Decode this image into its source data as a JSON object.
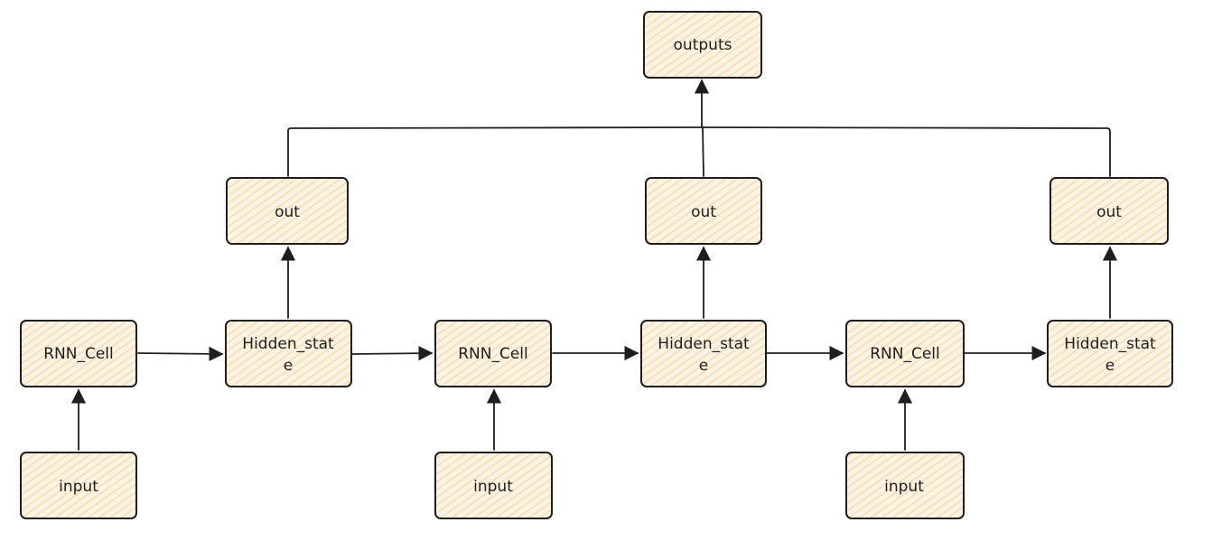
{
  "diagram": {
    "nodes": [
      {
        "id": "outputs",
        "lines": [
          "outputs"
        ]
      },
      {
        "id": "out1",
        "lines": [
          "out"
        ]
      },
      {
        "id": "out2",
        "lines": [
          "out"
        ]
      },
      {
        "id": "out3",
        "lines": [
          "out"
        ]
      },
      {
        "id": "rnn1",
        "lines": [
          "RNN_Cell"
        ]
      },
      {
        "id": "hs1",
        "lines": [
          "Hidden_stat",
          "e"
        ]
      },
      {
        "id": "rnn2",
        "lines": [
          "RNN_Cell"
        ]
      },
      {
        "id": "hs2",
        "lines": [
          "Hidden_stat",
          "e"
        ]
      },
      {
        "id": "rnn3",
        "lines": [
          "RNN_Cell"
        ]
      },
      {
        "id": "hs3",
        "lines": [
          "Hidden_stat",
          "e"
        ]
      },
      {
        "id": "in1",
        "lines": [
          "input"
        ]
      },
      {
        "id": "in2",
        "lines": [
          "input"
        ]
      },
      {
        "id": "in3",
        "lines": [
          "input"
        ]
      }
    ],
    "edges": [
      {
        "from": "in1",
        "to": "rnn1"
      },
      {
        "from": "in2",
        "to": "rnn2"
      },
      {
        "from": "in3",
        "to": "rnn3"
      },
      {
        "from": "rnn1",
        "to": "hs1"
      },
      {
        "from": "hs1",
        "to": "rnn2"
      },
      {
        "from": "rnn2",
        "to": "hs2"
      },
      {
        "from": "hs2",
        "to": "rnn3"
      },
      {
        "from": "rnn3",
        "to": "hs3"
      },
      {
        "from": "hs1",
        "to": "out1"
      },
      {
        "from": "hs2",
        "to": "out2"
      },
      {
        "from": "hs3",
        "to": "out3"
      },
      {
        "from": "out1",
        "to": "outputs"
      },
      {
        "from": "out2",
        "to": "outputs"
      },
      {
        "from": "out3",
        "to": "outputs"
      }
    ],
    "colors": {
      "fill": "#fbe3bd",
      "hatch": "#f2c98a",
      "stroke": "#1e1e1e"
    }
  }
}
